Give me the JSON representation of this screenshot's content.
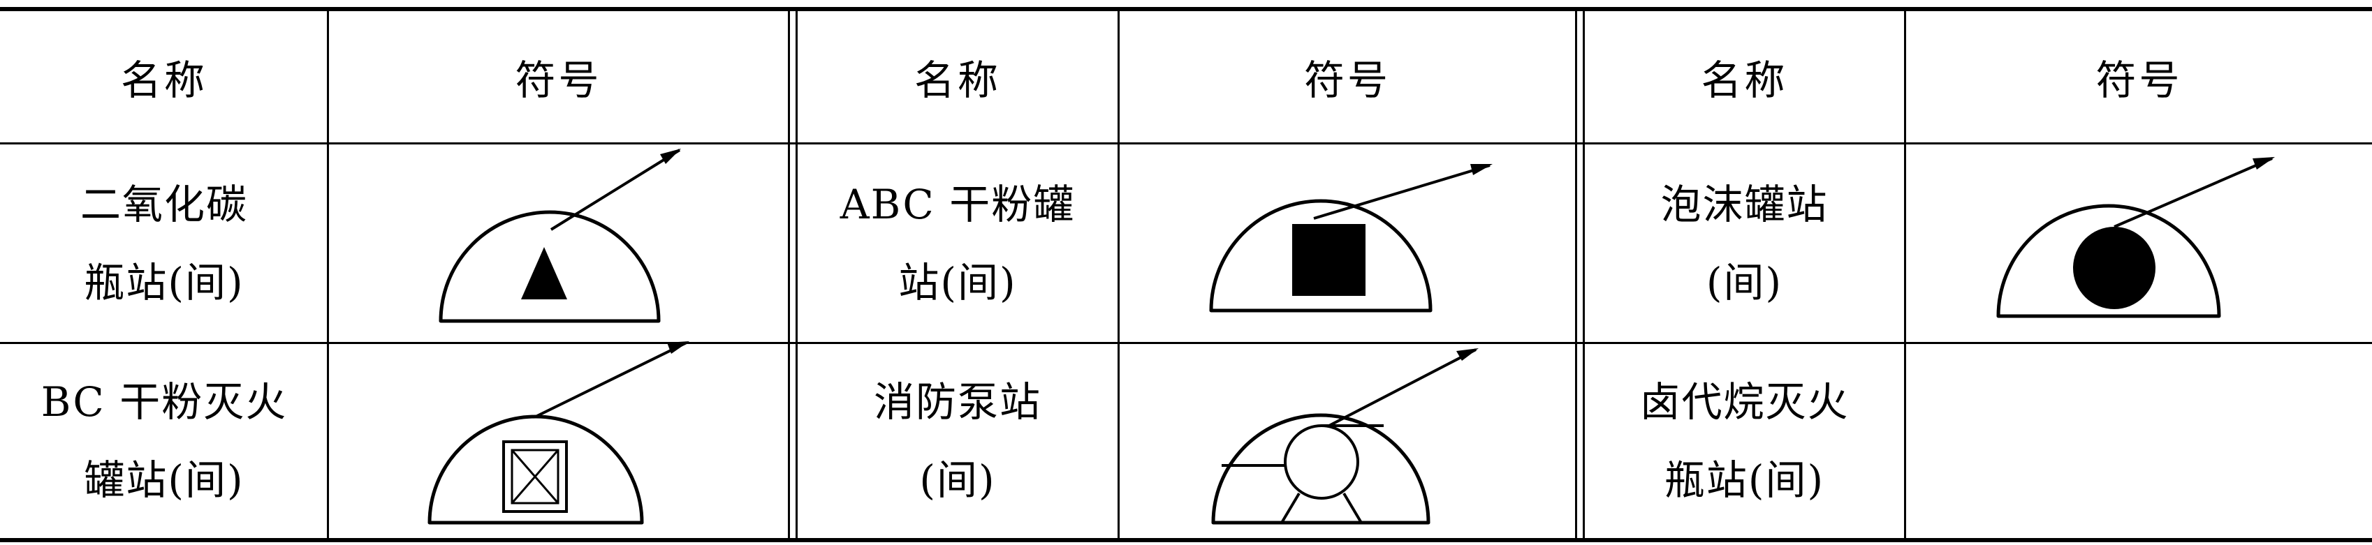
{
  "table": {
    "headers": [
      "名称",
      "符号",
      "名称",
      "符号",
      "名称",
      "符号"
    ],
    "rows": [
      {
        "cells": [
          {
            "name_lines": [
              "二氧化碳",
              "瓶站(间)"
            ],
            "symbol": "triangle"
          },
          {
            "name_lines": [
              "ABC 干粉罐",
              "站(间)"
            ],
            "symbol": "square"
          },
          {
            "name_lines": [
              "泡沫罐站",
              "(间)"
            ],
            "symbol": "circle"
          }
        ]
      },
      {
        "cells": [
          {
            "name_lines": [
              "BC 干粉灭火",
              "罐站(间)"
            ],
            "symbol": "boxed-x"
          },
          {
            "name_lines": [
              "消防泵站",
              "(间)"
            ],
            "symbol": "pump"
          },
          {
            "name_lines": [
              "卤代烷灭火",
              "瓶站(间)"
            ],
            "symbol": ""
          }
        ]
      }
    ]
  },
  "icons": {
    "triangle": "dome-with-filled-triangle-icon",
    "square": "dome-with-filled-square-icon",
    "circle": "dome-with-filled-circle-icon",
    "boxed-x": "dome-with-boxed-x-icon",
    "pump": "dome-with-pump-icon"
  }
}
